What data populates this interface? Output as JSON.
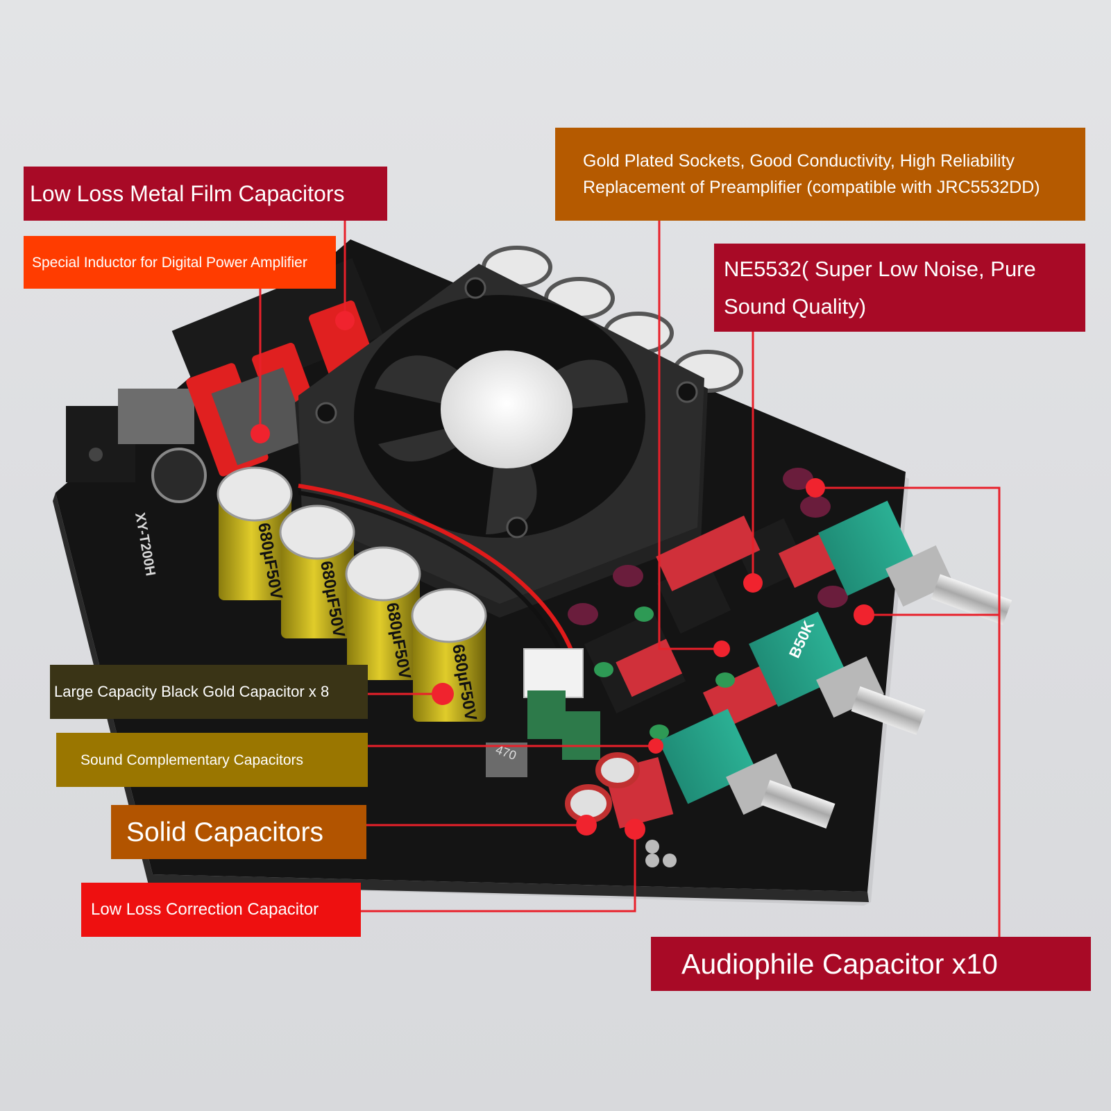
{
  "colors": {
    "dark_red": "#a80a26",
    "orange_red": "#ff3c00",
    "amber": "#b55a00",
    "olive_dark": "#3a3416",
    "olive_gold": "#9a7600",
    "burnt_orange": "#b25400",
    "red": "#ee1010",
    "leader_line": "#e8202a",
    "pcb": "#141414",
    "capacitor_yellow": "#c9b51a"
  },
  "callouts": {
    "metal_film": "Low Loss Metal Film Capacitors",
    "inductor": "Special Inductor for Digital Power Amplifier",
    "gold_sockets": "Gold Plated Sockets, Good Conductivity, High Reliability Replacement of Preamplifier (compatible with JRC5532DD)",
    "ne5532": "NE5532( Super Low Noise, Pure Sound Quality)",
    "black_gold": "Large Capacity Black Gold Capacitor x 8",
    "sound_comp": "Sound Complementary Capacitors",
    "solid": "Solid Capacitors",
    "correction": "Low Loss Correction Capacitor",
    "audiophile": "Audiophile Capacitor x10"
  },
  "board": {
    "model": "XY-T200H",
    "capacitor_label": "680µF50V",
    "inductor_label": "470",
    "pot_label": "B50K"
  }
}
